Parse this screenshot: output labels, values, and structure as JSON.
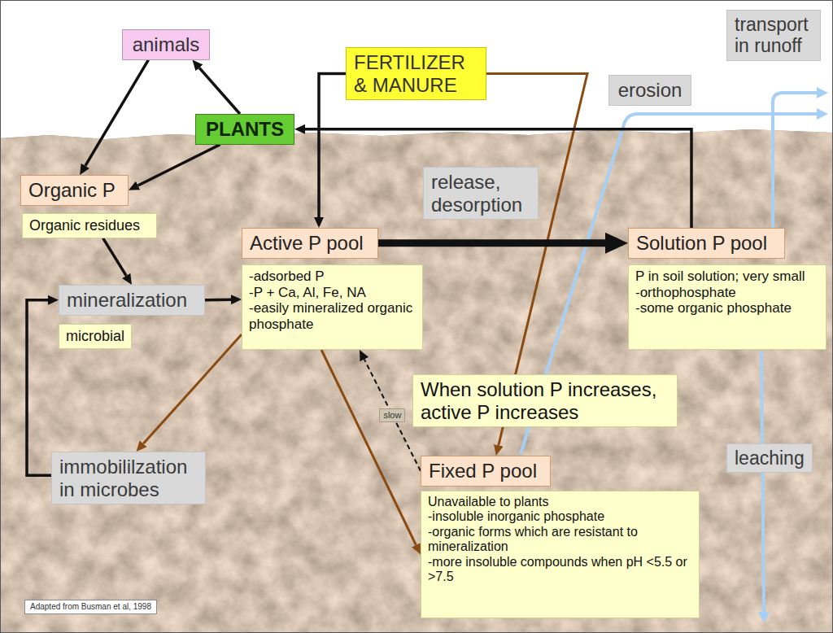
{
  "diagram": {
    "nodes": [
      {
        "text": [
          "animals"
        ]
      },
      {
        "text": [
          "PLANTS"
        ]
      },
      {
        "text": [
          "FERTILIZER & MANURE"
        ]
      },
      {
        "text": [
          "transport in runoff"
        ]
      },
      {
        "text": [
          "erosion"
        ]
      },
      {
        "text": [
          "Organic P"
        ]
      },
      {
        "text": [
          "Organic residues"
        ]
      },
      {
        "text": [
          "mineralization"
        ]
      },
      {
        "text": [
          "microbial"
        ]
      },
      {
        "text": [
          "Active P pool"
        ]
      },
      {
        "text": [
          "-adsorbed P",
          "-P + Ca, Al, Fe, NA",
          "-easily mineralized organic phosphate"
        ]
      },
      {
        "text": [
          "release, desorption"
        ]
      },
      {
        "text": [
          "Solution P pool"
        ]
      },
      {
        "text": [
          "P in soil solution; very small",
          "-orthophosphate",
          "-some organic phosphate"
        ]
      },
      {
        "text": [
          "When solution P increases, active P increases"
        ]
      },
      {
        "text": [
          "immobililzation in microbes"
        ]
      },
      {
        "text": [
          "Fixed P pool"
        ]
      },
      {
        "text": [
          "Unavailable to plants",
          "-insoluble inorganic phosphate",
          "-organic forms which are resistant to mineralization",
          "-more insoluble compounds when pH <5.5 or >7.5"
        ]
      },
      {
        "text": [
          "leaching"
        ]
      },
      {
        "text": [
          "Adapted from Busman et al, 1998"
        ]
      }
    ],
    "edges": [
      {
        "from": 1,
        "to": 0,
        "arrow": "to"
      },
      {
        "from": 0,
        "to": 5,
        "arrow": "to"
      },
      {
        "from": 1,
        "to": 5,
        "arrow": "to"
      },
      {
        "from": 6,
        "to": 7,
        "arrow": "to"
      },
      {
        "from": 7,
        "to": 10,
        "arrow": "to"
      },
      {
        "from": 15,
        "to": 7,
        "arrow": "to"
      },
      {
        "from": 10,
        "to": 15,
        "arrow": "to"
      },
      {
        "from": 2,
        "to": 9,
        "arrow": "to"
      },
      {
        "from": 2,
        "to": 16,
        "arrow": "to"
      },
      {
        "from": 9,
        "to": 12,
        "arrow": "to"
      },
      {
        "from": 12,
        "to": 1,
        "arrow": "to"
      },
      {
        "from": 10,
        "to": 17,
        "arrow": "to"
      },
      {
        "from": 16,
        "to": 10,
        "arrow": "to",
        "label": "slow"
      }
    ]
  }
}
